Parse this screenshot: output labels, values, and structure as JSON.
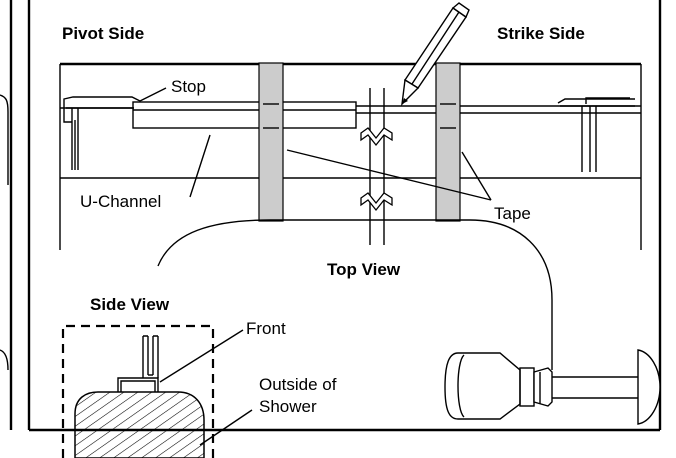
{
  "labels": {
    "pivot_side": "Pivot Side",
    "strike_side": "Strike Side",
    "stop": "Stop",
    "u_channel": "U-Channel",
    "tape": "Tape",
    "top_view": "Top View",
    "side_view": "Side View",
    "front": "Front",
    "outside_line1": "Outside of",
    "outside_line2": "Shower"
  },
  "colors": {
    "line": "#000000",
    "tape": "#cccccc",
    "background": "#ffffff"
  }
}
